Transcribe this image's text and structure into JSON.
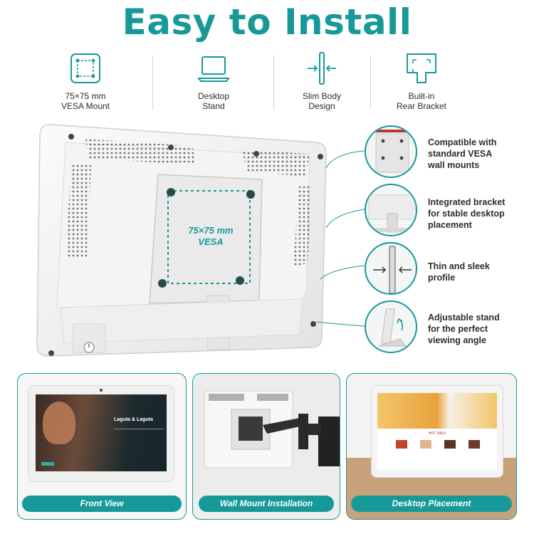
{
  "title": "Easy to Install",
  "features": [
    {
      "icon": "vesa-square-icon",
      "label_line1": "75×75 mm",
      "label_line2": "VESA Mount"
    },
    {
      "icon": "laptop-stand-icon",
      "label_line1": "Desktop",
      "label_line2": "Stand"
    },
    {
      "icon": "slim-body-icon",
      "label_line1": "Slim Body",
      "label_line2": "Design"
    },
    {
      "icon": "rear-bracket-icon",
      "label_line1": "Built-in",
      "label_line2": "Rear Bracket"
    }
  ],
  "hero": {
    "vesa_line1": "75×75 mm",
    "vesa_line2": "VESA"
  },
  "callouts": [
    {
      "icon": "vesa-plate-icon",
      "line1": "Compatible with",
      "line2": "standard VESA",
      "line3": "wall mounts"
    },
    {
      "icon": "bracket-stand-icon",
      "line1": "Integrated bracket",
      "line2": "for stable desktop",
      "line3": "placement"
    },
    {
      "icon": "thin-profile-icon",
      "line1": "Thin and sleek",
      "line2": "profile",
      "line3": ""
    },
    {
      "icon": "tilt-stand-icon",
      "line1": "Adjustable stand",
      "line2": "for the perfect",
      "line3": "viewing angle"
    }
  ],
  "panels": [
    {
      "label": "Front View",
      "screen_heading": "Laguta & Laguta"
    },
    {
      "label": "Wall Mount Installation"
    },
    {
      "label": "Desktop Placement",
      "screen_banner": "HOT SALE"
    }
  ],
  "colors": {
    "accent": "#17999a",
    "text": "#2d2d2d",
    "device": "#f2f2f2"
  }
}
